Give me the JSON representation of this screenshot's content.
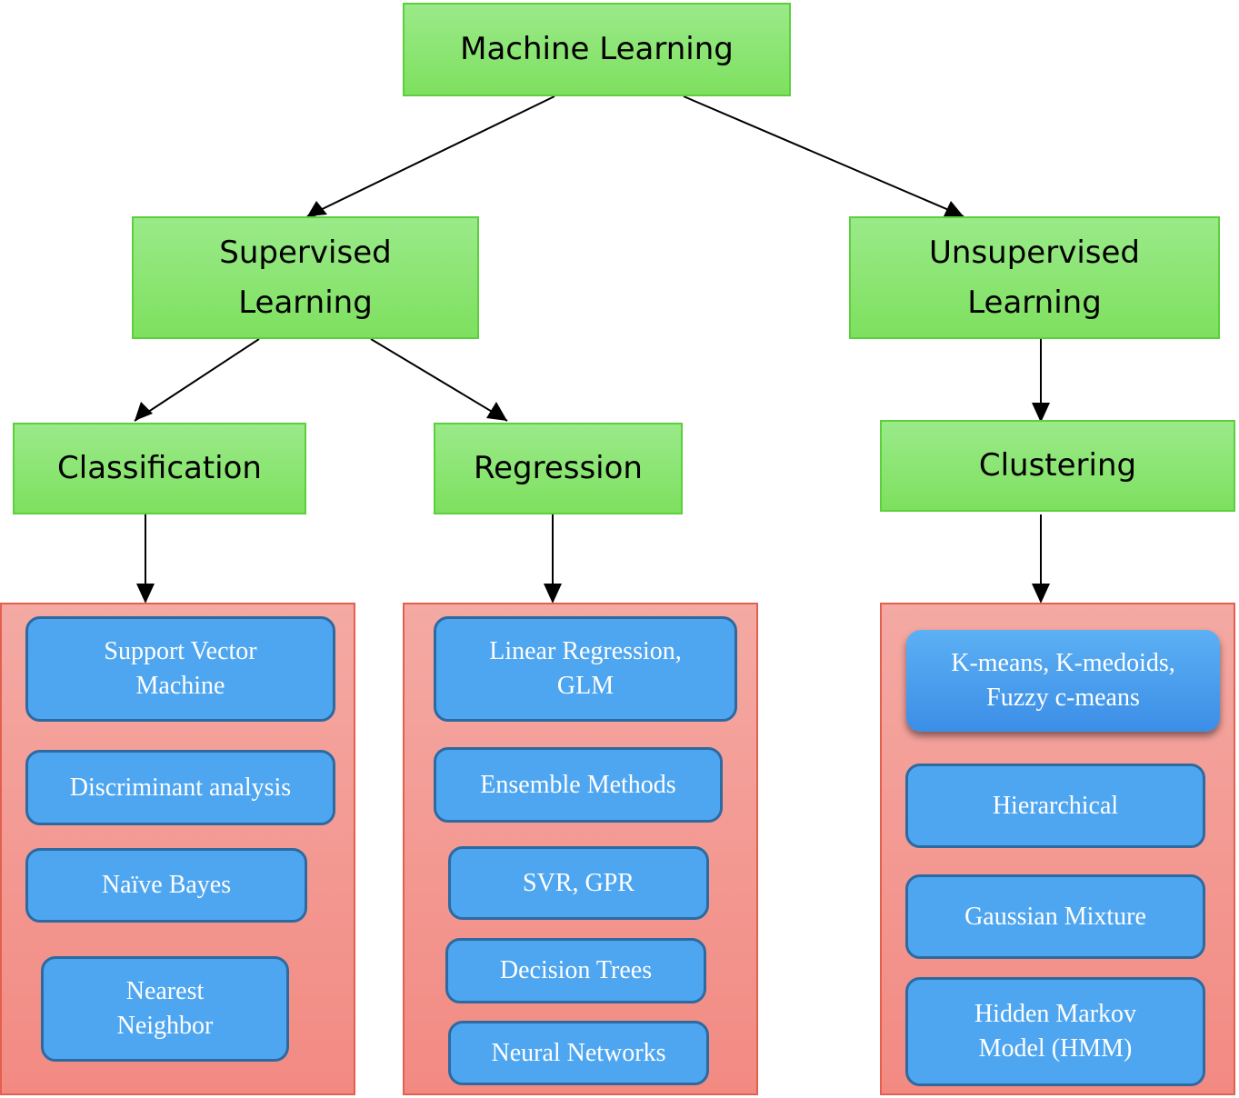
{
  "root": {
    "label": "Machine Learning"
  },
  "supervised": {
    "label_line1": "Supervised",
    "label_line2": "Learning",
    "classification": {
      "label": "Classification",
      "methods": [
        {
          "line1": "Support Vector",
          "line2": "Machine"
        },
        {
          "line1": "Discriminant analysis"
        },
        {
          "line1": "Naïve Bayes"
        },
        {
          "line1": "Nearest",
          "line2": "Neighbor"
        }
      ]
    },
    "regression": {
      "label": "Regression",
      "methods": [
        {
          "line1": "Linear Regression,",
          "line2": "GLM"
        },
        {
          "line1": "Ensemble Methods"
        },
        {
          "line1": "SVR, GPR"
        },
        {
          "line1": "Decision Trees"
        },
        {
          "line1": "Neural Networks"
        }
      ]
    }
  },
  "unsupervised": {
    "label_line1": "Unsupervised",
    "label_line2": "Learning",
    "clustering": {
      "label": "Clustering",
      "methods": [
        {
          "line1": "K-means, K-medoids,",
          "line2": "Fuzzy c-means"
        },
        {
          "line1": "Hierarchical"
        },
        {
          "line1": "Gaussian Mixture"
        },
        {
          "line1": "Hidden Markov",
          "line2": "Model (HMM)"
        }
      ]
    }
  },
  "colors": {
    "category_fill": "#8ee674",
    "category_border": "#5ccf3c",
    "panel_fill": "#f39b93",
    "panel_border": "#e3604e",
    "method_fill": "#4fa6f0",
    "method_border": "#2c6aa0",
    "arrow": "#000000"
  }
}
